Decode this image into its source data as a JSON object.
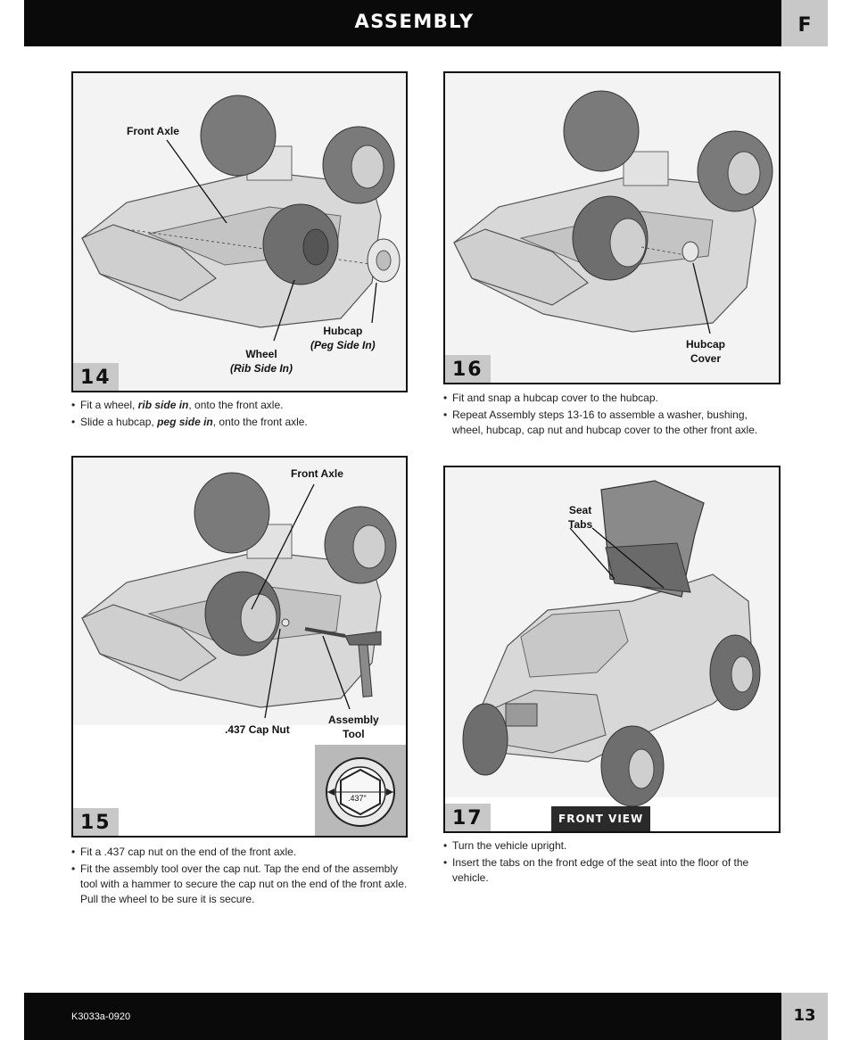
{
  "header": {
    "title": "ASSEMBLY",
    "section": "F"
  },
  "steps": {
    "s14": {
      "number": "14",
      "labels": {
        "front_axle": "Front Axle",
        "hubcap": "Hubcap",
        "hubcap_note": "(Peg Side In)",
        "wheel": "Wheel",
        "wheel_note": "(Rib Side In)"
      },
      "b1_pre": "Fit a wheel, ",
      "b1_em": "rib side in",
      "b1_post": ", onto the front axle.",
      "b2_pre": "Slide a hubcap, ",
      "b2_em": "peg side in",
      "b2_post": ", onto the front axle."
    },
    "s15": {
      "number": "15",
      "labels": {
        "front_axle": "Front Axle",
        "cap_nut": ".437 Cap Nut",
        "tool1": "Assembly",
        "tool2": "Tool",
        "inset": ".437\""
      },
      "b1": "Fit a .437 cap nut on the end of the front axle.",
      "b2": "Fit the assembly tool over the cap nut. Tap the end of the assembly tool with a hammer to secure the cap nut on the end of the front axle. Pull the wheel to be sure it is secure."
    },
    "s16": {
      "number": "16",
      "labels": {
        "hubcap1": "Hubcap",
        "hubcap2": "Cover"
      },
      "b1": "Fit and snap a hubcap cover to the hubcap.",
      "b2": "Repeat Assembly steps 13-16 to assemble a washer, bushing, wheel, hubcap, cap nut and hubcap cover to the other front axle."
    },
    "s17": {
      "number": "17",
      "labels": {
        "seat1": "Seat",
        "seat2": "Tabs",
        "front_view": "FRONT VIEW"
      },
      "b1": "Turn the vehicle upright.",
      "b2": "Insert the tabs on the front edge of the seat into the floor of the vehicle."
    }
  },
  "footer": {
    "code": "K3033a-0920",
    "page": "13"
  }
}
